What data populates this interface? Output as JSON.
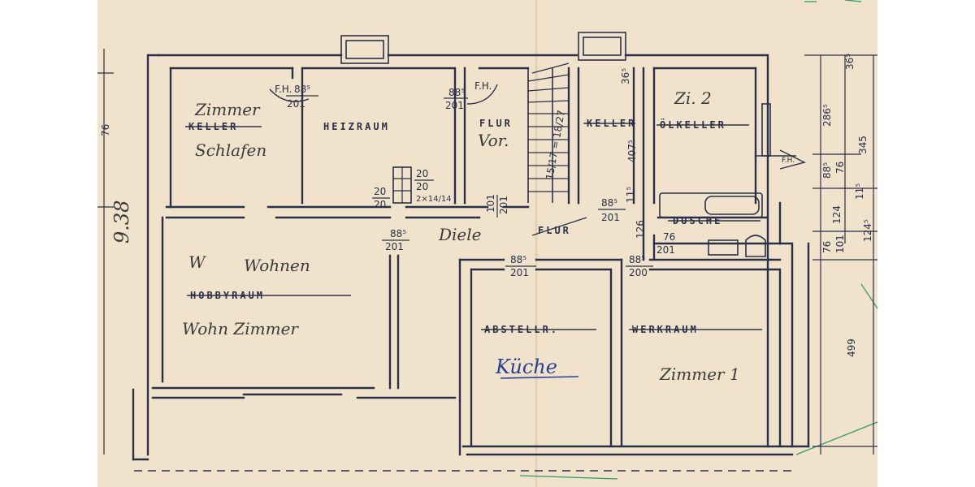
{
  "plan": {
    "rooms": {
      "zimmer_schlafen": {
        "stamp": "KELLER",
        "hand_top": "Zimmer",
        "hand_bottom": "Schlafen"
      },
      "heizraum": {
        "stamp": "HEIZRAUM"
      },
      "flur_vor": {
        "stamp": "FLUR",
        "hand": "Vor."
      },
      "keller": {
        "stamp": "KELLER"
      },
      "oelkeller": {
        "stamp": "ÖLKELLER",
        "hand": "Zi. 2"
      },
      "dusche": {
        "stamp": "DUSCHE"
      },
      "diele": {
        "hand": "Diele",
        "stamp": "FLUR"
      },
      "hobbyraum": {
        "hand_top": "Wohnen",
        "hand_prefix": "W",
        "stamp": "HOBBYRAUM",
        "hand_bottom": "Wohn Zimmer"
      },
      "abstellr": {
        "stamp": "ABSTELLR.",
        "hand": "Küche"
      },
      "werkraum": {
        "stamp": "WERKRAUM",
        "hand": "Zimmer 1"
      }
    },
    "doors": {
      "fh_left": {
        "label": "F.H.",
        "width": "88⁵",
        "height": "201"
      },
      "fh_right": {
        "label": "F.H.",
        "width": "88⁵",
        "height": "201"
      },
      "diele_left": {
        "width": "88⁵",
        "height": "201"
      },
      "flur_mid": {
        "width": "88⁵",
        "height": "201"
      },
      "abstell": {
        "width": "88⁵",
        "height": "201"
      },
      "werk": {
        "width": "88⁵",
        "height": "200"
      },
      "dusche": {
        "width": "76",
        "height": "201"
      }
    },
    "shaft": {
      "a": "20",
      "b": "20",
      "c": "20",
      "d": "20",
      "note": "2×14/14"
    },
    "opening": {
      "width": "101",
      "height": "201"
    },
    "stair": {
      "label": "15/17 = 18/27"
    },
    "small_dims": {
      "d1": "11⁵",
      "d2": "126",
      "d3": "36⁵",
      "d4": "407⁵",
      "d5": "F.H."
    },
    "right_dims": {
      "r1": "36⁵",
      "r2": "286⁵",
      "r3": "345",
      "r4": "88⁵",
      "r5": "76",
      "r6": "11⁵",
      "r7": "124",
      "r8": "76",
      "r9": "101",
      "r10": "124⁵",
      "r11": "499"
    },
    "left_dims": {
      "l1": "76",
      "l2": "9.38"
    }
  }
}
